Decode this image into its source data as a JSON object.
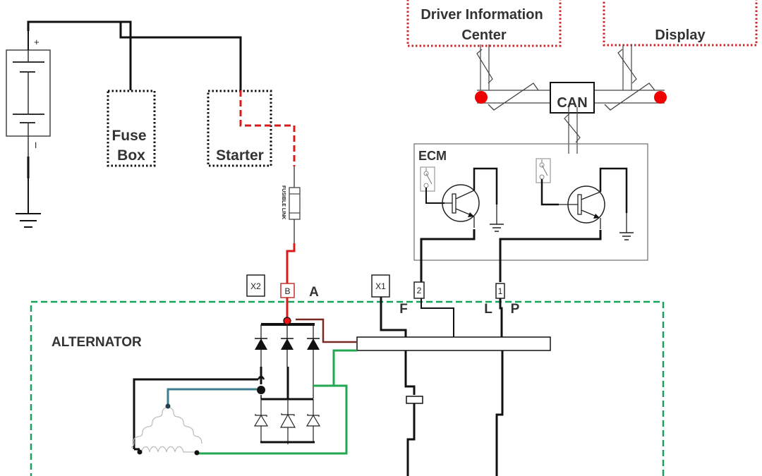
{
  "labels": {
    "fuse_box_line1": "Fuse",
    "fuse_box_line2": "Box",
    "starter": "Starter",
    "fusible_link": "FUSIBLE LINK",
    "dic_line1": "Driver Information",
    "dic_line2": "Center",
    "display": "Display",
    "can": "CAN",
    "ecm": "ECM",
    "alternator": "ALTERNATOR",
    "terminal_x2": "X2",
    "terminal_b": "B",
    "terminal_a": "A",
    "terminal_x1": "X1",
    "terminal_2": "2",
    "terminal_1": "1",
    "terminal_f": "F",
    "terminal_l": "L",
    "terminal_p": "P",
    "battery_plus": "+",
    "battery_minus": "I"
  },
  "colors": {
    "wire": "#111111",
    "battery_feed": "#d91a1a",
    "module_border_red": "#d0262d",
    "alternator_border": "#1aa05a",
    "field_wire_green": "#22a852",
    "stator_wire_teal": "#3e7f8f",
    "brown_wire": "#7a2a24",
    "can_node": "#ee0000",
    "ecm_border": "#777777"
  }
}
